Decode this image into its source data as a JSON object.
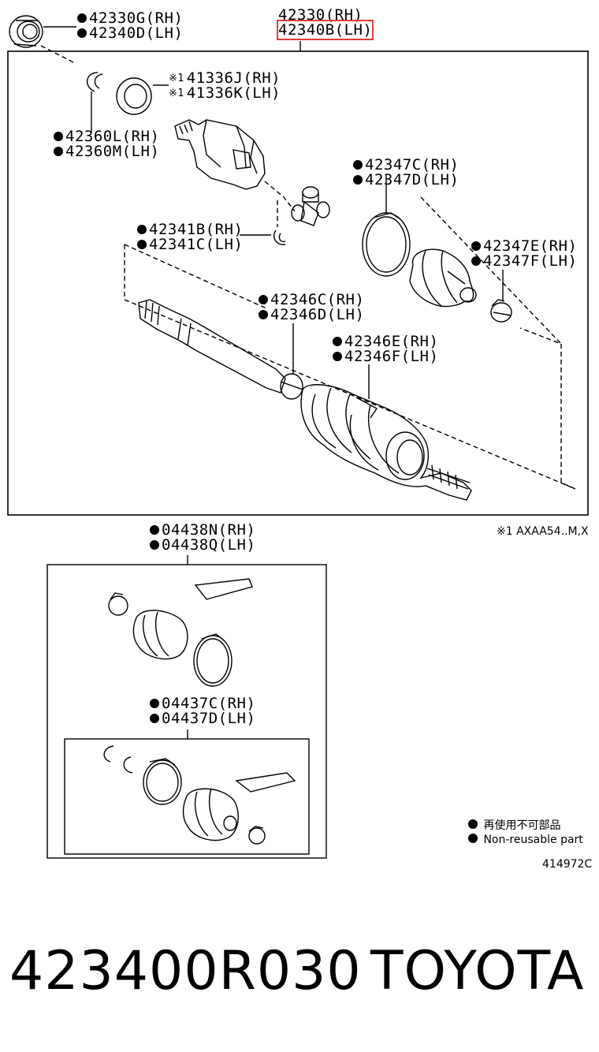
{
  "parts": {
    "p1": [
      "42330G(RH)",
      "42340D(LH)"
    ],
    "top": [
      "42330(RH)",
      "42340B(LH)"
    ],
    "p3": [
      "41336J(RH)",
      "41336K(LH)"
    ],
    "p3_mark": "※1",
    "p4": [
      "42360L(RH)",
      "42360M(LH)"
    ],
    "p5": [
      "42347C(RH)",
      "42347D(LH)"
    ],
    "p6": [
      "42341B(RH)",
      "42341C(LH)"
    ],
    "p7": [
      "42347E(RH)",
      "42347F(LH)"
    ],
    "p8": [
      "42346C(RH)",
      "42346D(LH)"
    ],
    "p9": [
      "42346E(RH)",
      "42346F(LH)"
    ],
    "kit1": [
      "04438N(RH)",
      "04438Q(LH)"
    ],
    "kit2": [
      "04437C(RH)",
      "04437D(LH)"
    ]
  },
  "footnote": "※1 AXAA54..M,X",
  "legend": {
    "jp": "再使用不可部品",
    "en": "Non-reusable part"
  },
  "diagram_code": "414972C",
  "part_number": "423400R030",
  "brand": "TOYOTA"
}
